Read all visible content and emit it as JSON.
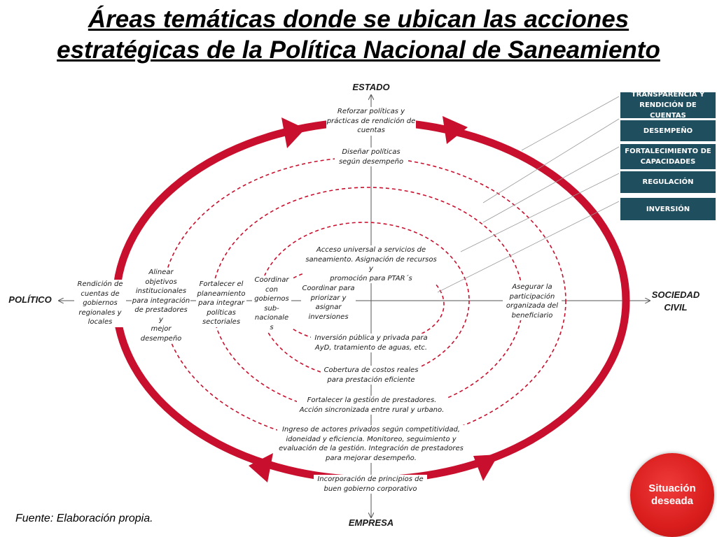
{
  "title": {
    "line1": "Áreas temáticas donde se ubican las acciones",
    "line2": "estratégicas de la Política Nacional de Saneamiento"
  },
  "axes": {
    "top": "ESTADO",
    "bottom": "EMPRESA",
    "left": "POLÍTICO",
    "right_line1": "SOCIEDAD",
    "right_line2": "CIVIL"
  },
  "legend": [
    {
      "line1": "TRANSPARENCIA Y",
      "line2": "RENDICIÓN DE CUENTAS"
    },
    {
      "line1": "DESEMPEÑO",
      "line2": ""
    },
    {
      "line1": "FORTALECIMIENTO DE",
      "line2": "CAPACIDADES"
    },
    {
      "line1": "REGULACIÓN",
      "line2": ""
    },
    {
      "line1": "INVERSIÓN",
      "line2": ""
    }
  ],
  "top_labels": {
    "reforzar": [
      "Reforzar políticas y",
      "prácticas de rendición de",
      "cuentas"
    ],
    "disenar": [
      "Diseñar políticas",
      "según desempeño"
    ],
    "acceso": [
      "Acceso universal a servicios de",
      "saneamiento. Asignación de recursos y",
      "promoción para PTAR´s"
    ]
  },
  "left_labels": {
    "rendicion": [
      "Rendición de",
      "cuentas de",
      "gobiernos",
      "regionales y",
      "locales"
    ],
    "alinear": [
      "Alinear",
      "objetivos",
      "institucionales",
      "para integración",
      "de prestadores y",
      "mejor",
      "desempeño"
    ],
    "fortalecer_plan": [
      "Fortalecer el",
      "planeamiento",
      "para integrar",
      "políticas",
      "sectoriales"
    ],
    "coordinar_gob": [
      "Coordinar",
      "con",
      "gobiernos",
      "sub-",
      "nacionale",
      "s"
    ],
    "coordinar_inv": [
      "Coordinar para",
      "priorizar y",
      "asignar",
      "inversiones"
    ]
  },
  "right_labels": {
    "asegurar": [
      "Asegurar la",
      "participación",
      "organizada del",
      "beneficiario"
    ]
  },
  "bottom_labels": {
    "inversion_publica": [
      "Inversión pública y privada para",
      "AyD, tratamiento de aguas, etc."
    ],
    "cobertura": [
      "Cobertura de costos reales",
      "para prestación eficiente"
    ],
    "fortalecer_gestion": [
      "Fortalecer  la gestión de prestadores.",
      "Acción sincronizada entre rural y urbano."
    ],
    "ingreso": [
      "Ingreso de actores privados según competitividad,",
      "idoneidad y eficiencia. Monitoreo, seguimiento y",
      "evaluación de la gestión.  Integración de prestadores",
      "para mejorar desempeño."
    ],
    "incorporacion": [
      "Incorporación de principios de",
      "buen gobierno corporativo"
    ]
  },
  "source": "Fuente: Elaboración propia.",
  "badge": {
    "line1": "Situación",
    "line2": "deseada"
  },
  "colors": {
    "ring": "#c8102e",
    "legend_bg": "#1f4e5f",
    "badge": "#d91c1c"
  }
}
